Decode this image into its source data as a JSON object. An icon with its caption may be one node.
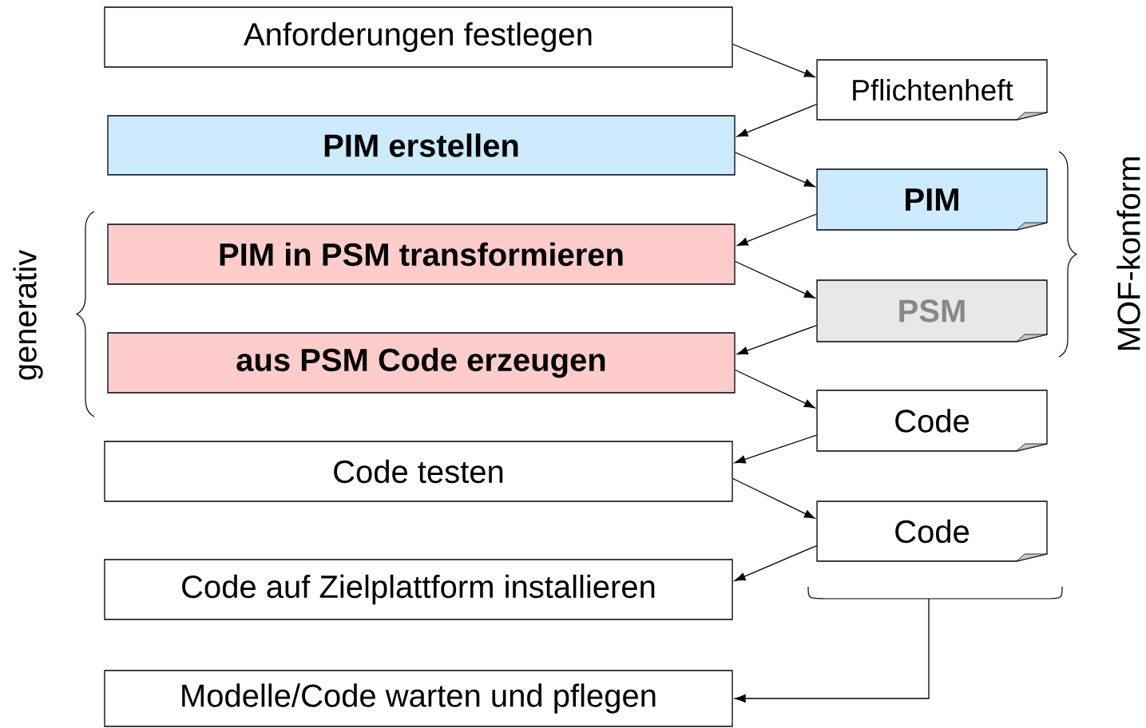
{
  "diagram": {
    "nodes": [
      {
        "text": [
          "Anforderungen festlegen"
        ]
      },
      {
        "text": [
          "Pflichtenheft"
        ]
      },
      {
        "text": [
          "PIM erstellen"
        ]
      },
      {
        "text": [
          "PIM"
        ]
      },
      {
        "text": [
          "PIM in PSM transformieren"
        ]
      },
      {
        "text": [
          "PSM"
        ]
      },
      {
        "text": [
          "aus PSM Code erzeugen"
        ]
      },
      {
        "text": [
          "Code"
        ]
      },
      {
        "text": [
          "Code testen"
        ]
      },
      {
        "text": [
          "Code"
        ]
      },
      {
        "text": [
          "Code auf Zielplattform installieren"
        ]
      },
      {
        "text": [
          "Modelle/Code warten und pflegen"
        ]
      }
    ],
    "edges": [
      {
        "from": 0,
        "to": 1,
        "arrow": "to"
      },
      {
        "from": 1,
        "to": 2,
        "arrow": "to"
      },
      {
        "from": 2,
        "to": 3,
        "arrow": "to"
      },
      {
        "from": 3,
        "to": 4,
        "arrow": "to"
      },
      {
        "from": 4,
        "to": 5,
        "arrow": "to"
      },
      {
        "from": 5,
        "to": 6,
        "arrow": "to"
      },
      {
        "from": 6,
        "to": 7,
        "arrow": "to"
      },
      {
        "from": 7,
        "to": 8,
        "arrow": "to"
      },
      {
        "from": 8,
        "to": 9,
        "arrow": "to"
      },
      {
        "from": 9,
        "to": 10,
        "arrow": "to"
      },
      {
        "from": null,
        "to": 11,
        "arrow": "to"
      }
    ],
    "labels": [
      "generativ",
      "MOF-konform"
    ]
  }
}
